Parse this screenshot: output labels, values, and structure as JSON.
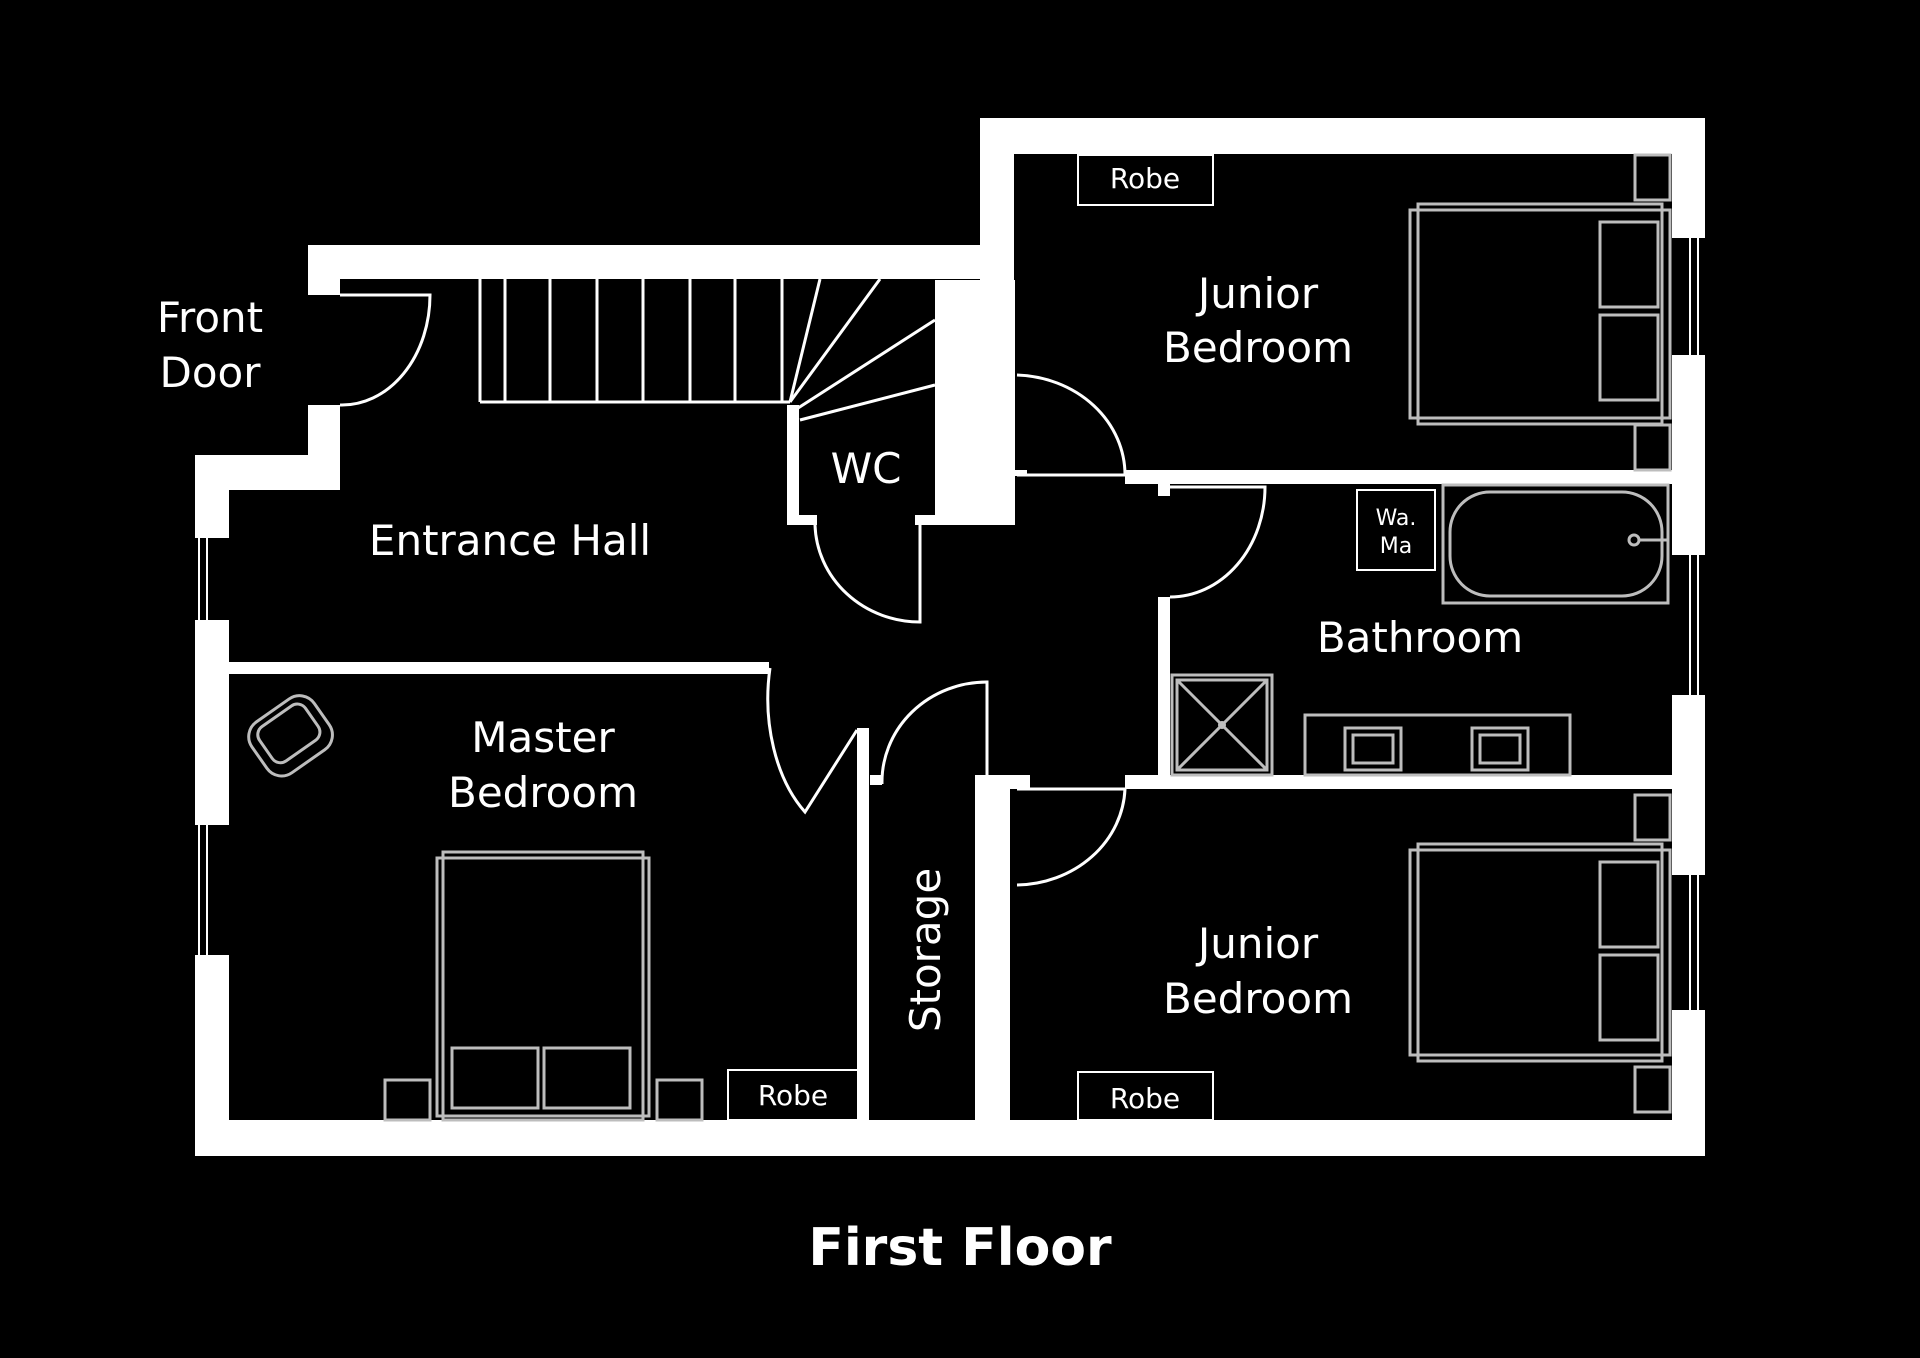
{
  "plan": {
    "title": "First Floor",
    "rooms": {
      "front_door": [
        "Front",
        "Door"
      ],
      "entrance_hall": "Entrance Hall",
      "wc": "WC",
      "master_bedroom": [
        "Master",
        "Bedroom"
      ],
      "storage": "Storage",
      "junior_bedroom_top": [
        "Junior",
        "Bedroom"
      ],
      "junior_bedroom_bottom": [
        "Junior",
        "Bedroom"
      ],
      "bathroom": "Bathroom"
    },
    "fixtures": {
      "robe_top": "Robe",
      "robe_master": "Robe",
      "robe_bottom": "Robe",
      "washing_machine": [
        "Wa.",
        "Ma"
      ]
    }
  },
  "colors": {
    "background": "#000000",
    "walls": "#ffffff",
    "furniture": "#bdbdbd"
  }
}
